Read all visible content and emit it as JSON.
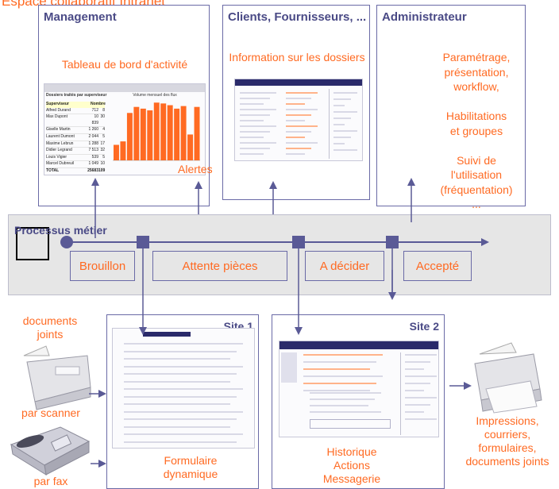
{
  "header_text": "Espace collaboratif Intranet",
  "panels": {
    "management": {
      "title": "Management",
      "label": "Tableau de bord d'activité",
      "screenshot": {
        "heading": "Dossiers traités par superviseur",
        "chart_title": "Volume mensuel des flux",
        "col1": "Superviseur",
        "col2": "Nombre",
        "rows": [
          [
            "Alfred Durand",
            "712",
            "8"
          ],
          [
            "Max Dupont",
            "10 839",
            "30"
          ],
          [
            "Giselle Martin",
            "1 260",
            "4"
          ],
          [
            "Laurent Dumont",
            "2 044",
            "5"
          ],
          [
            "Maxime Lebrun",
            "1 288",
            "17"
          ],
          [
            "Didier Legrand",
            "7 513",
            "32"
          ],
          [
            "Louis Vigier",
            "539",
            "5"
          ],
          [
            "Marcel Dubreuil",
            "1 049",
            "10"
          ],
          [
            "TOTAL",
            "25683",
            "109"
          ]
        ],
        "bars": [
          18,
          22,
          55,
          62,
          60,
          58,
          67,
          66,
          64,
          60,
          63,
          30,
          62
        ]
      }
    },
    "clients": {
      "title": "Clients, Fournisseurs, ...",
      "label": "Information sur les dossiers"
    },
    "admin": {
      "title": "Administrateur",
      "lines": [
        "Paramétrage,",
        "présentation,",
        "workflow,",
        "",
        "Habilitations",
        "et groupes",
        "",
        "Suivi de",
        "l'utilisation",
        "(fréquentation)",
        "..."
      ]
    }
  },
  "alertes": "Alertes",
  "process": {
    "title": "Processus métier",
    "stages": [
      "Brouillon",
      "Attente pièces",
      "A décider",
      "Accepté"
    ]
  },
  "sites": {
    "site1": {
      "title": "Site 1",
      "label_lines": [
        "Formulaire",
        "dynamique"
      ]
    },
    "site2": {
      "title": "Site 2",
      "label_lines": [
        "Historique",
        "Actions",
        "Messagerie"
      ]
    }
  },
  "inputs": {
    "documents": [
      "documents",
      "joints"
    ],
    "scanner": "par scanner",
    "fax": "par fax"
  },
  "outputs": [
    "Impressions,",
    "courriers,",
    "formulaires,",
    "documents joints"
  ],
  "colors": {
    "accent": "#ff6a22",
    "border": "#6a6aa6",
    "arrow": "#5a5a96",
    "process_bg": "#e6e6e6"
  }
}
